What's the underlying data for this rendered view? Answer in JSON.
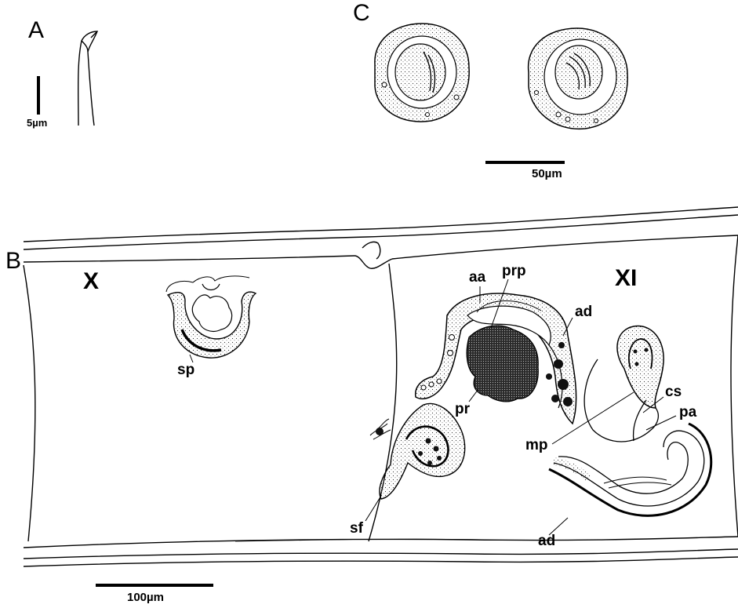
{
  "panels": {
    "a": "A",
    "b": "B",
    "c": "C"
  },
  "segments": {
    "x": "X",
    "xi": "XI"
  },
  "labels": {
    "sp": "sp",
    "sf": "sf",
    "aa": "aa",
    "prp": "prp",
    "ad_upper": "ad",
    "pr": "pr",
    "mp": "mp",
    "cs": "cs",
    "pa": "pa",
    "ad_lower": "ad"
  },
  "scale_bars": {
    "a": "5µm",
    "b": "100µm",
    "c": "50µm"
  }
}
